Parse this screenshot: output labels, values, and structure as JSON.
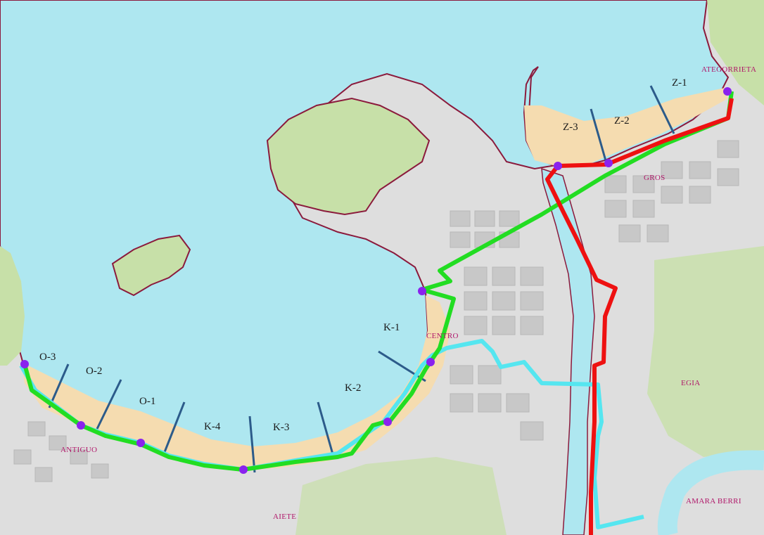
{
  "map": {
    "colors": {
      "sea": "#aee7f0",
      "land": "#dedede",
      "beach": "#f5dcb0",
      "vegetation": "#c7e0a8",
      "coast_line": "#8b1a3c",
      "route_green": "#22dd22",
      "route_red": "#ee1111",
      "route_cyan": "#55e6f0",
      "divider": "#2c5b8a",
      "point": "#8a22ee",
      "district_label": "#b0186a"
    },
    "districts": {
      "ategorrieta": "ATEGORRIETA",
      "gros": "GROS",
      "centro": "CENTRO",
      "egia": "EGIA",
      "antiguo": "ANTIGUO",
      "aiete": "AIETE",
      "amara_berri": "AMARA BERRI"
    },
    "segments": {
      "z1": "Z-1",
      "z2": "Z-2",
      "z3": "Z-3",
      "k1": "K-1",
      "k2": "K-2",
      "k3": "K-3",
      "k4": "K-4",
      "o1": "O-1",
      "o2": "O-2",
      "o3": "O-3"
    },
    "routes": [
      {
        "name": "green-route",
        "icon": "green-route-line"
      },
      {
        "name": "red-route",
        "icon": "red-route-line"
      },
      {
        "name": "cyan-route",
        "icon": "cyan-route-line"
      }
    ]
  }
}
